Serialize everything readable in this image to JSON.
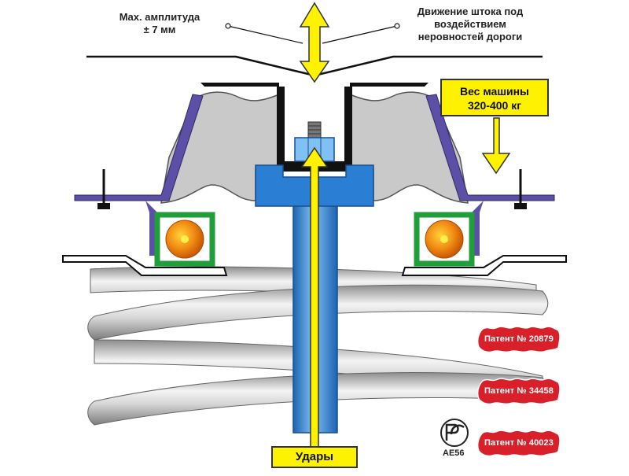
{
  "labels": {
    "max_amplitude_line1": "Max. амплитуда",
    "max_amplitude_line2": "± 7 мм",
    "rod_motion_line1": "Движение штока под",
    "rod_motion_line2": "воздействием",
    "rod_motion_line3": "неровностей дороги",
    "car_weight_line1": "Вес машины",
    "car_weight_line2": "320-400 кг",
    "impacts": "Удары"
  },
  "patents": [
    "Патент № 20879",
    "Патент № 34458",
    "Патент № 40023"
  ],
  "certification": {
    "code": "АЕ56",
    "icon": "rst-certification-mark-icon"
  },
  "colors": {
    "arrow_yellow": "#fff200",
    "rod_blue": "#2a7fd4",
    "bearing_orange": "#f07a10",
    "bearing_green": "#1f9e3a",
    "patent_red": "#d8202a",
    "mount_gray": "#c9c9c9",
    "plate_purple": "#5b4fa8"
  }
}
